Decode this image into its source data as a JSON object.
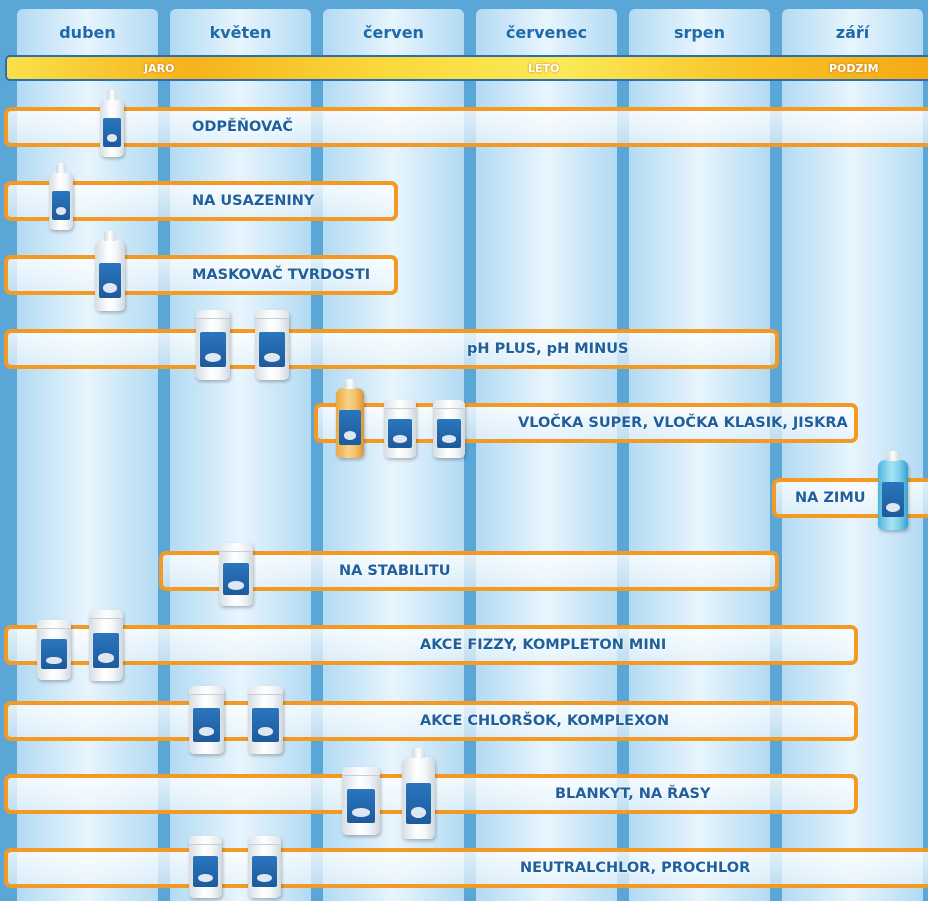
{
  "months": [
    "duben",
    "květen",
    "červen",
    "červenec",
    "srpen",
    "září"
  ],
  "seasons": [
    "JARO",
    "LÉTO",
    "PODZIM"
  ],
  "products": [
    {
      "id": "odpenovac",
      "label": "ODPĚŇOVAČ"
    },
    {
      "id": "na-usazeniny",
      "label": "NA USAZENINY"
    },
    {
      "id": "maskovac-tvrdosti",
      "label": "MASKOVAČ TVRDOSTI"
    },
    {
      "id": "ph-plus-ph-minus",
      "label": "pH PLUS, pH MINUS"
    },
    {
      "id": "vlocka",
      "label": "VLOČKA SUPER, VLOČKA KLASIK, JISKRA"
    },
    {
      "id": "na-zimu",
      "label": "NA ZIMU"
    },
    {
      "id": "na-stabilitu",
      "label": "NA STABILITU"
    },
    {
      "id": "akce-fizzy",
      "label": "AKCE FIZZY, KOMPLETON MINI"
    },
    {
      "id": "akce-chlorsok",
      "label": "AKCE CHLORŠOK, KOMPLEXON"
    },
    {
      "id": "blankyt",
      "label": "BLANKYT, NA ŘASY"
    },
    {
      "id": "neutralchlor",
      "label": "NEUTRALCHLOR, PROCHLOR"
    }
  ],
  "colors": {
    "background": "#5aa6d6",
    "month_text": "#1f6aa8",
    "bar_border": "#f39a24",
    "bar_text": "#1f5f9c",
    "season_text": "#ffffff"
  }
}
